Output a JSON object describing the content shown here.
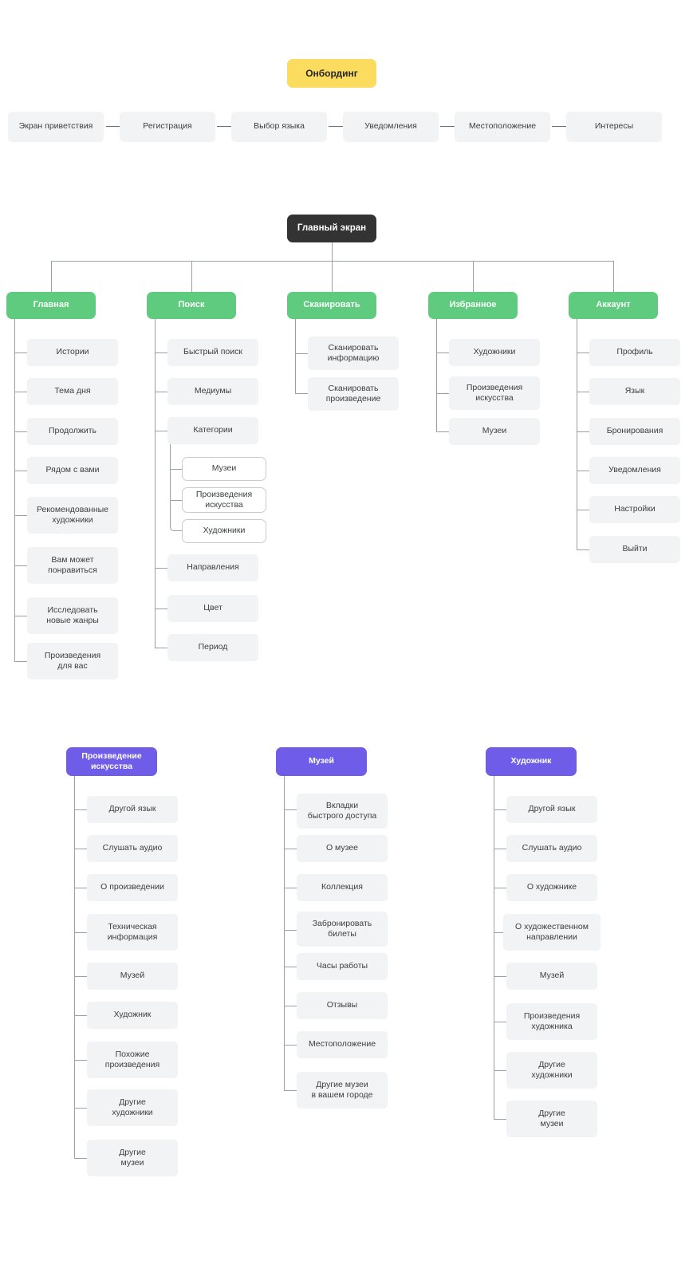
{
  "diagram": {
    "title": "Онбординг",
    "onboarding": {
      "label": "Онбординг",
      "steps": [
        "Экран приветствия",
        "Регистрация",
        "Выбор языка",
        "Уведомления",
        "Местоположение",
        "Интересы"
      ]
    },
    "main_screen": {
      "label": "Главный экран"
    },
    "tabs": [
      {
        "label": "Главная",
        "children": [
          "Истории",
          "Тема дня",
          "Продолжить",
          "Рядом с вами",
          "Рекомендованные\nхудожники",
          "Вам может\nпонравиться",
          "Исследовать\nновые жанры",
          "Произведения\nдля вас"
        ]
      },
      {
        "label": "Поиск",
        "children": [
          "Быстрый поиск",
          "Медиумы",
          "Категории",
          "Направления",
          "Цвет",
          "Период"
        ],
        "sub": {
          "parent": "Категории",
          "items": [
            "Музеи",
            "Произведения\nискусства",
            "Художники"
          ]
        }
      },
      {
        "label": "Сканировать",
        "children": [
          "Сканировать\nинформацию",
          "Сканировать\nпроизведение"
        ]
      },
      {
        "label": "Избранное",
        "children": [
          "Художники",
          "Произведения\nискусства",
          "Музеи"
        ]
      },
      {
        "label": "Аккаунт",
        "children": [
          "Профиль",
          "Язык",
          "Бронирования",
          "Уведомления",
          "Настройки",
          "Выйти"
        ]
      }
    ],
    "detail_screens": [
      {
        "label": "Произведение\nискусства",
        "children": [
          "Другой язык",
          "Слушать аудио",
          "О произведении",
          "Техническая\nинформация",
          "Музей",
          "Художник",
          "Похожие\nпроизведения",
          "Другие\nхудожники",
          "Другие\nмузеи"
        ]
      },
      {
        "label": "Музей",
        "children": [
          "Вкладки\nбыстрого доступа",
          "О музее",
          "Коллекция",
          "Забронировать\nбилеты",
          "Часы работы",
          "Отзывы",
          "Местоположение",
          "Другие музеи\nв вашем городе"
        ]
      },
      {
        "label": "Художник",
        "children": [
          "Другой язык",
          "Слушать аудио",
          "О художнике",
          "О  художественном\nнаправлении",
          "Музей",
          "Произведения\nхудожника",
          "Другие\nхудожники",
          "Другие\nмузеи"
        ]
      }
    ],
    "colors": {
      "onboarding": "#fbdc5f",
      "main_screen": "#333333",
      "tab": "#5ecb7e",
      "detail": "#6f5ce8",
      "node": "#f2f3f5",
      "connector": "#9aa0a6",
      "text": "#3c4043"
    }
  }
}
